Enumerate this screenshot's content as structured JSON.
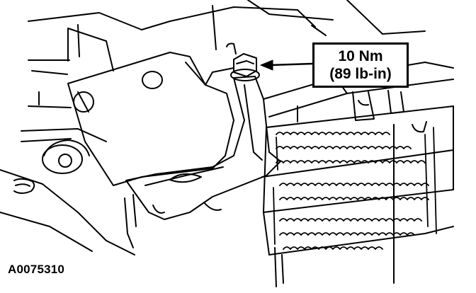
{
  "callout": {
    "torque_nm": "10 Nm",
    "torque_lbin": "(89 lb-in)"
  },
  "figure_id": "A0075310",
  "colors": {
    "line": "#000000",
    "background": "#ffffff"
  }
}
